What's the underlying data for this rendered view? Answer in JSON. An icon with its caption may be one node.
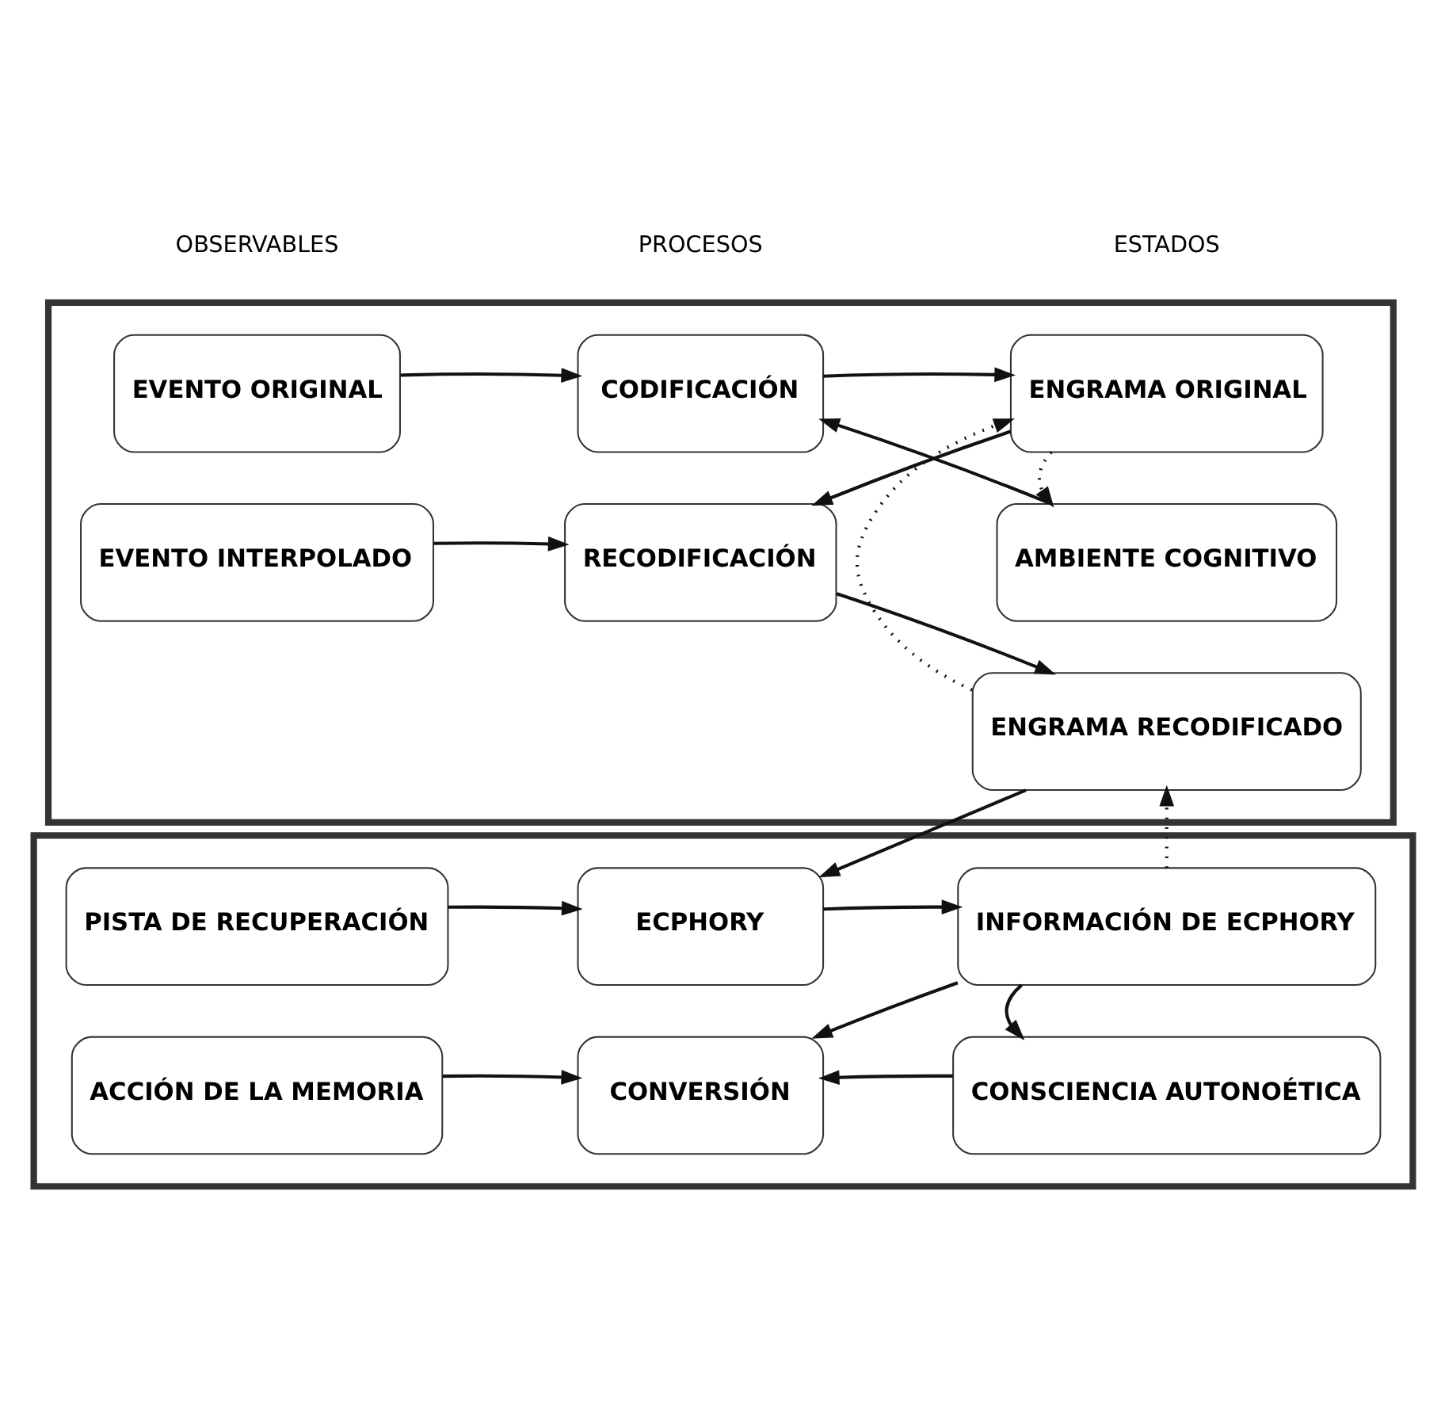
{
  "diagram": {
    "nodes": [
      {
        "text": [],
        "shape": "box"
      },
      {
        "text": [
          "EVENTO ORIGINAL"
        ],
        "in": 0
      },
      {
        "text": [
          "CODIFICACIÓN"
        ],
        "in": 0
      },
      {
        "text": [
          "AMBIENTE COGNITIVO"
        ],
        "in": 0
      },
      {
        "text": [
          "ENGRAMA ORIGINAL"
        ],
        "in": 0
      },
      {
        "text": [
          "EVENTO INTERPOLADO"
        ],
        "in": 0
      },
      {
        "text": [
          "RECODIFICACIÓN"
        ],
        "in": 0
      },
      {
        "text": [
          "ENGRAMA RECODIFICADO"
        ],
        "in": 0
      },
      {
        "text": [],
        "shape": "box"
      },
      {
        "text": [
          "PISTA DE RECUPERACIÓN"
        ],
        "in": 8
      },
      {
        "text": [
          "ECPHORY"
        ],
        "in": 8
      },
      {
        "text": [
          "INFORMACIÓN DE ECPHORY"
        ],
        "in": 8
      },
      {
        "text": [
          "ACCIÓN DE LA MEMORIA"
        ],
        "in": 8
      },
      {
        "text": [
          "CONVERSIÓN"
        ],
        "in": 8
      },
      {
        "text": [
          "CONSCIENCIA AUTONOÉTICA"
        ],
        "in": 8
      }
    ],
    "edges": [
      {
        "from": 1,
        "to": 2,
        "arrow": "to"
      },
      {
        "from": 3,
        "to": 2,
        "arrow": "to"
      },
      {
        "from": 2,
        "to": 4,
        "arrow": "to"
      },
      {
        "from": 4,
        "to": 3,
        "arrow": "to",
        "style": "dashed"
      },
      {
        "from": 5,
        "to": 6,
        "arrow": "to"
      },
      {
        "from": 4,
        "to": 6,
        "arrow": "to"
      },
      {
        "from": 6,
        "to": 7,
        "arrow": "to"
      },
      {
        "from": 7,
        "to": 4,
        "arrow": "to",
        "style": "dashed"
      },
      {
        "from": 7,
        "to": 10,
        "arrow": "to"
      },
      {
        "from": 9,
        "to": 10,
        "arrow": "to"
      },
      {
        "from": 10,
        "to": 11,
        "arrow": "to"
      },
      {
        "from": 11,
        "to": 7,
        "arrow": "to",
        "style": "dashed"
      },
      {
        "from": 11,
        "to": 13,
        "arrow": "to"
      },
      {
        "from": 11,
        "to": 14,
        "arrow": "to"
      },
      {
        "from": 12,
        "to": 13,
        "arrow": "to"
      },
      {
        "from": 14,
        "to": 13,
        "arrow": "to"
      }
    ],
    "labels": [
      "OBSERVABLES",
      "PROCESOS",
      "ESTADOS"
    ]
  }
}
